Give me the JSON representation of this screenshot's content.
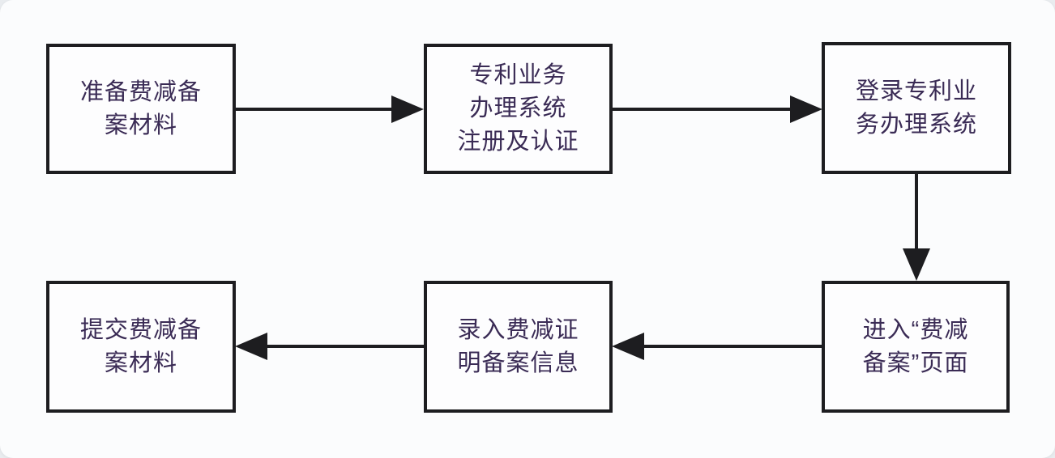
{
  "diagram": {
    "type": "flowchart",
    "nodes": [
      {
        "id": "prepare-materials",
        "label": "准备费减备案材料",
        "lines": [
          "准备费减备",
          "案材料"
        ]
      },
      {
        "id": "register-authenticate",
        "label": "专利业务办理系统注册及认证",
        "lines": [
          "专利业务",
          "办理系统",
          "注册及认证"
        ]
      },
      {
        "id": "login-system",
        "label": "登录专利业务办理系统",
        "lines": [
          "登录专利业",
          "务办理系统"
        ]
      },
      {
        "id": "enter-fee-reduction-page",
        "label": "进入“费减备案”页面",
        "lines": [
          "进入“费减",
          "备案”页面"
        ]
      },
      {
        "id": "input-filing-info",
        "label": "录入费减证明备案信息",
        "lines": [
          "录入费减证",
          "明备案信息"
        ]
      },
      {
        "id": "submit-materials",
        "label": "提交费减备案材料",
        "lines": [
          "提交费减备",
          "案材料"
        ]
      }
    ],
    "edges": [
      {
        "from": "prepare-materials",
        "to": "register-authenticate",
        "direction": "right"
      },
      {
        "from": "register-authenticate",
        "to": "login-system",
        "direction": "right"
      },
      {
        "from": "login-system",
        "to": "enter-fee-reduction-page",
        "direction": "down"
      },
      {
        "from": "enter-fee-reduction-page",
        "to": "input-filing-info",
        "direction": "left"
      },
      {
        "from": "input-filing-info",
        "to": "submit-materials",
        "direction": "left"
      }
    ],
    "colors": {
      "node_border": "#1d1d20",
      "node_fill": "#fdfdfe",
      "text": "#3a2b55",
      "arrow": "#1d1d20",
      "canvas_background": "#fbfcfd",
      "page_background": "#e9ecef"
    }
  }
}
